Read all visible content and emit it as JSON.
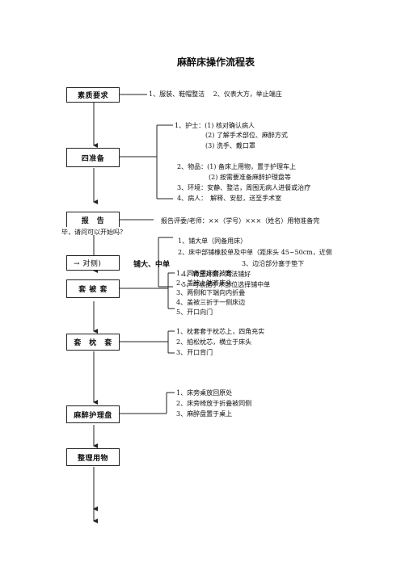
{
  "doc": {
    "title": "麻醉床操作流程表"
  },
  "steps": {
    "quality": {
      "label": "素质要求",
      "text": "1、服装、鞋帽整洁　 2、仪表大方，举止端庄"
    },
    "prepare": {
      "label": "四准备",
      "lines": [
        "1、护士：(1) 核对确认病人",
        "(2) 了解手术部位、麻醉方式",
        "(3) 洗手、戴口罩",
        "2、物品：(1) 备床上用物，置于护理车上",
        "(2) 按需要准备麻醉护理盘等",
        "3、环境：安静、整洁，周围无病人进餐或治疗",
        "4、病人：　解释、安慰，送至手术室"
      ]
    },
    "report": {
      "label": "报　告",
      "text": "报告评委/老师：××（学号）×××（姓名）用物准备完",
      "text2": "毕，请问可以开始吗？"
    },
    "sheet": {
      "arrow_label": "→ 对侧)",
      "label": "铺大、中单",
      "lines": [
        "1、铺大单（同备用床）",
        "2、床中部铺橡胶单及中单（距床头 45~50cm，近侧",
        "3、边沿部分塞于垫下",
        "4、转至对侧，同法铺好",
        "5、可根据手术部位选择铺中单"
      ]
    },
    "quilt": {
      "label": "套 被 套",
      "lines": [
        "1、同备用床套被套",
        "2、盖被上端齐床头",
        "3、两侧和下端向内折叠",
        "4、盖被三折于一侧床边",
        "5、开口向门"
      ]
    },
    "pillow": {
      "label": "套　枕　套",
      "lines": [
        "1、枕套套于枕芯上，四角充实",
        "2、拍松枕芯，横立于床头",
        "3、开口背门"
      ]
    },
    "tray": {
      "label": "麻醉护理盘",
      "lines": [
        "1、床旁桌放回原处",
        "2、床旁椅放于折叠被同侧",
        "3、麻醉盘置于桌上"
      ]
    },
    "tidy": {
      "label": "整理用物"
    }
  }
}
